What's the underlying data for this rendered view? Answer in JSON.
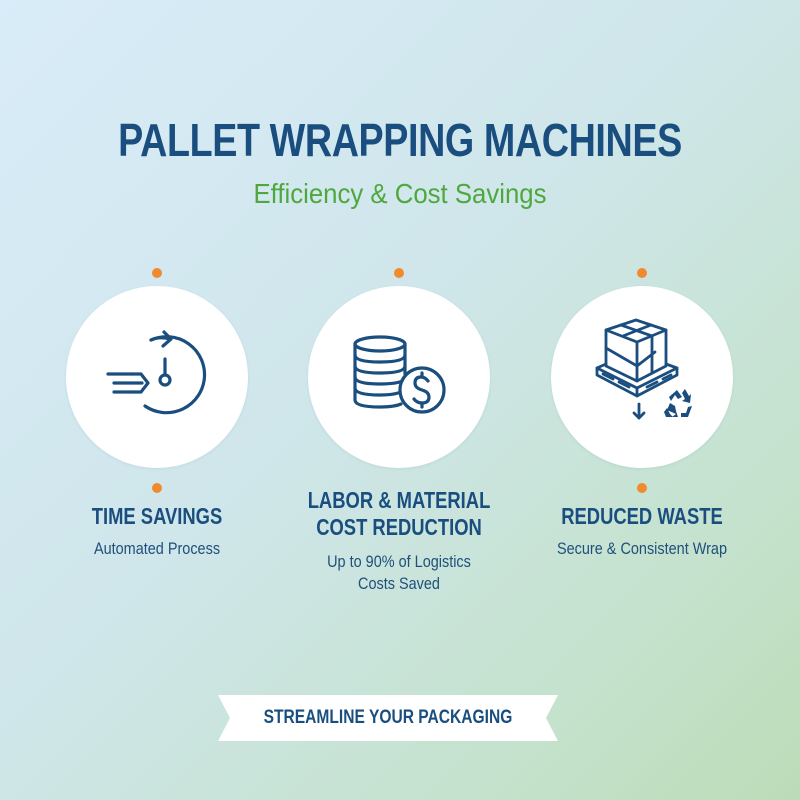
{
  "header": {
    "title": "PALLET WRAPPING MACHINES",
    "subtitle": "Efficiency & Cost Savings"
  },
  "colors": {
    "primary_navy": "#1a4e7f",
    "accent_green": "#4fa83d",
    "accent_orange": "#f08a2e",
    "background_top_left": "#d9ecf9",
    "background_bottom_right": "#bcdcb8"
  },
  "features": [
    {
      "icon": "fast-clock-icon",
      "title": "TIME SAVINGS",
      "description": "Automated Process"
    },
    {
      "icon": "coins-dollar-icon",
      "title_line1": "LABOR & MATERIAL",
      "title_line2": "COST REDUCTION",
      "description_line1": "Up to 90% of Logistics",
      "description_line2": "Costs Saved"
    },
    {
      "icon": "pallet-recycle-icon",
      "title": "REDUCED WASTE",
      "description": "Secure & Consistent Wrap"
    }
  ],
  "banner": {
    "label": "STREAMLINE YOUR PACKAGING"
  }
}
